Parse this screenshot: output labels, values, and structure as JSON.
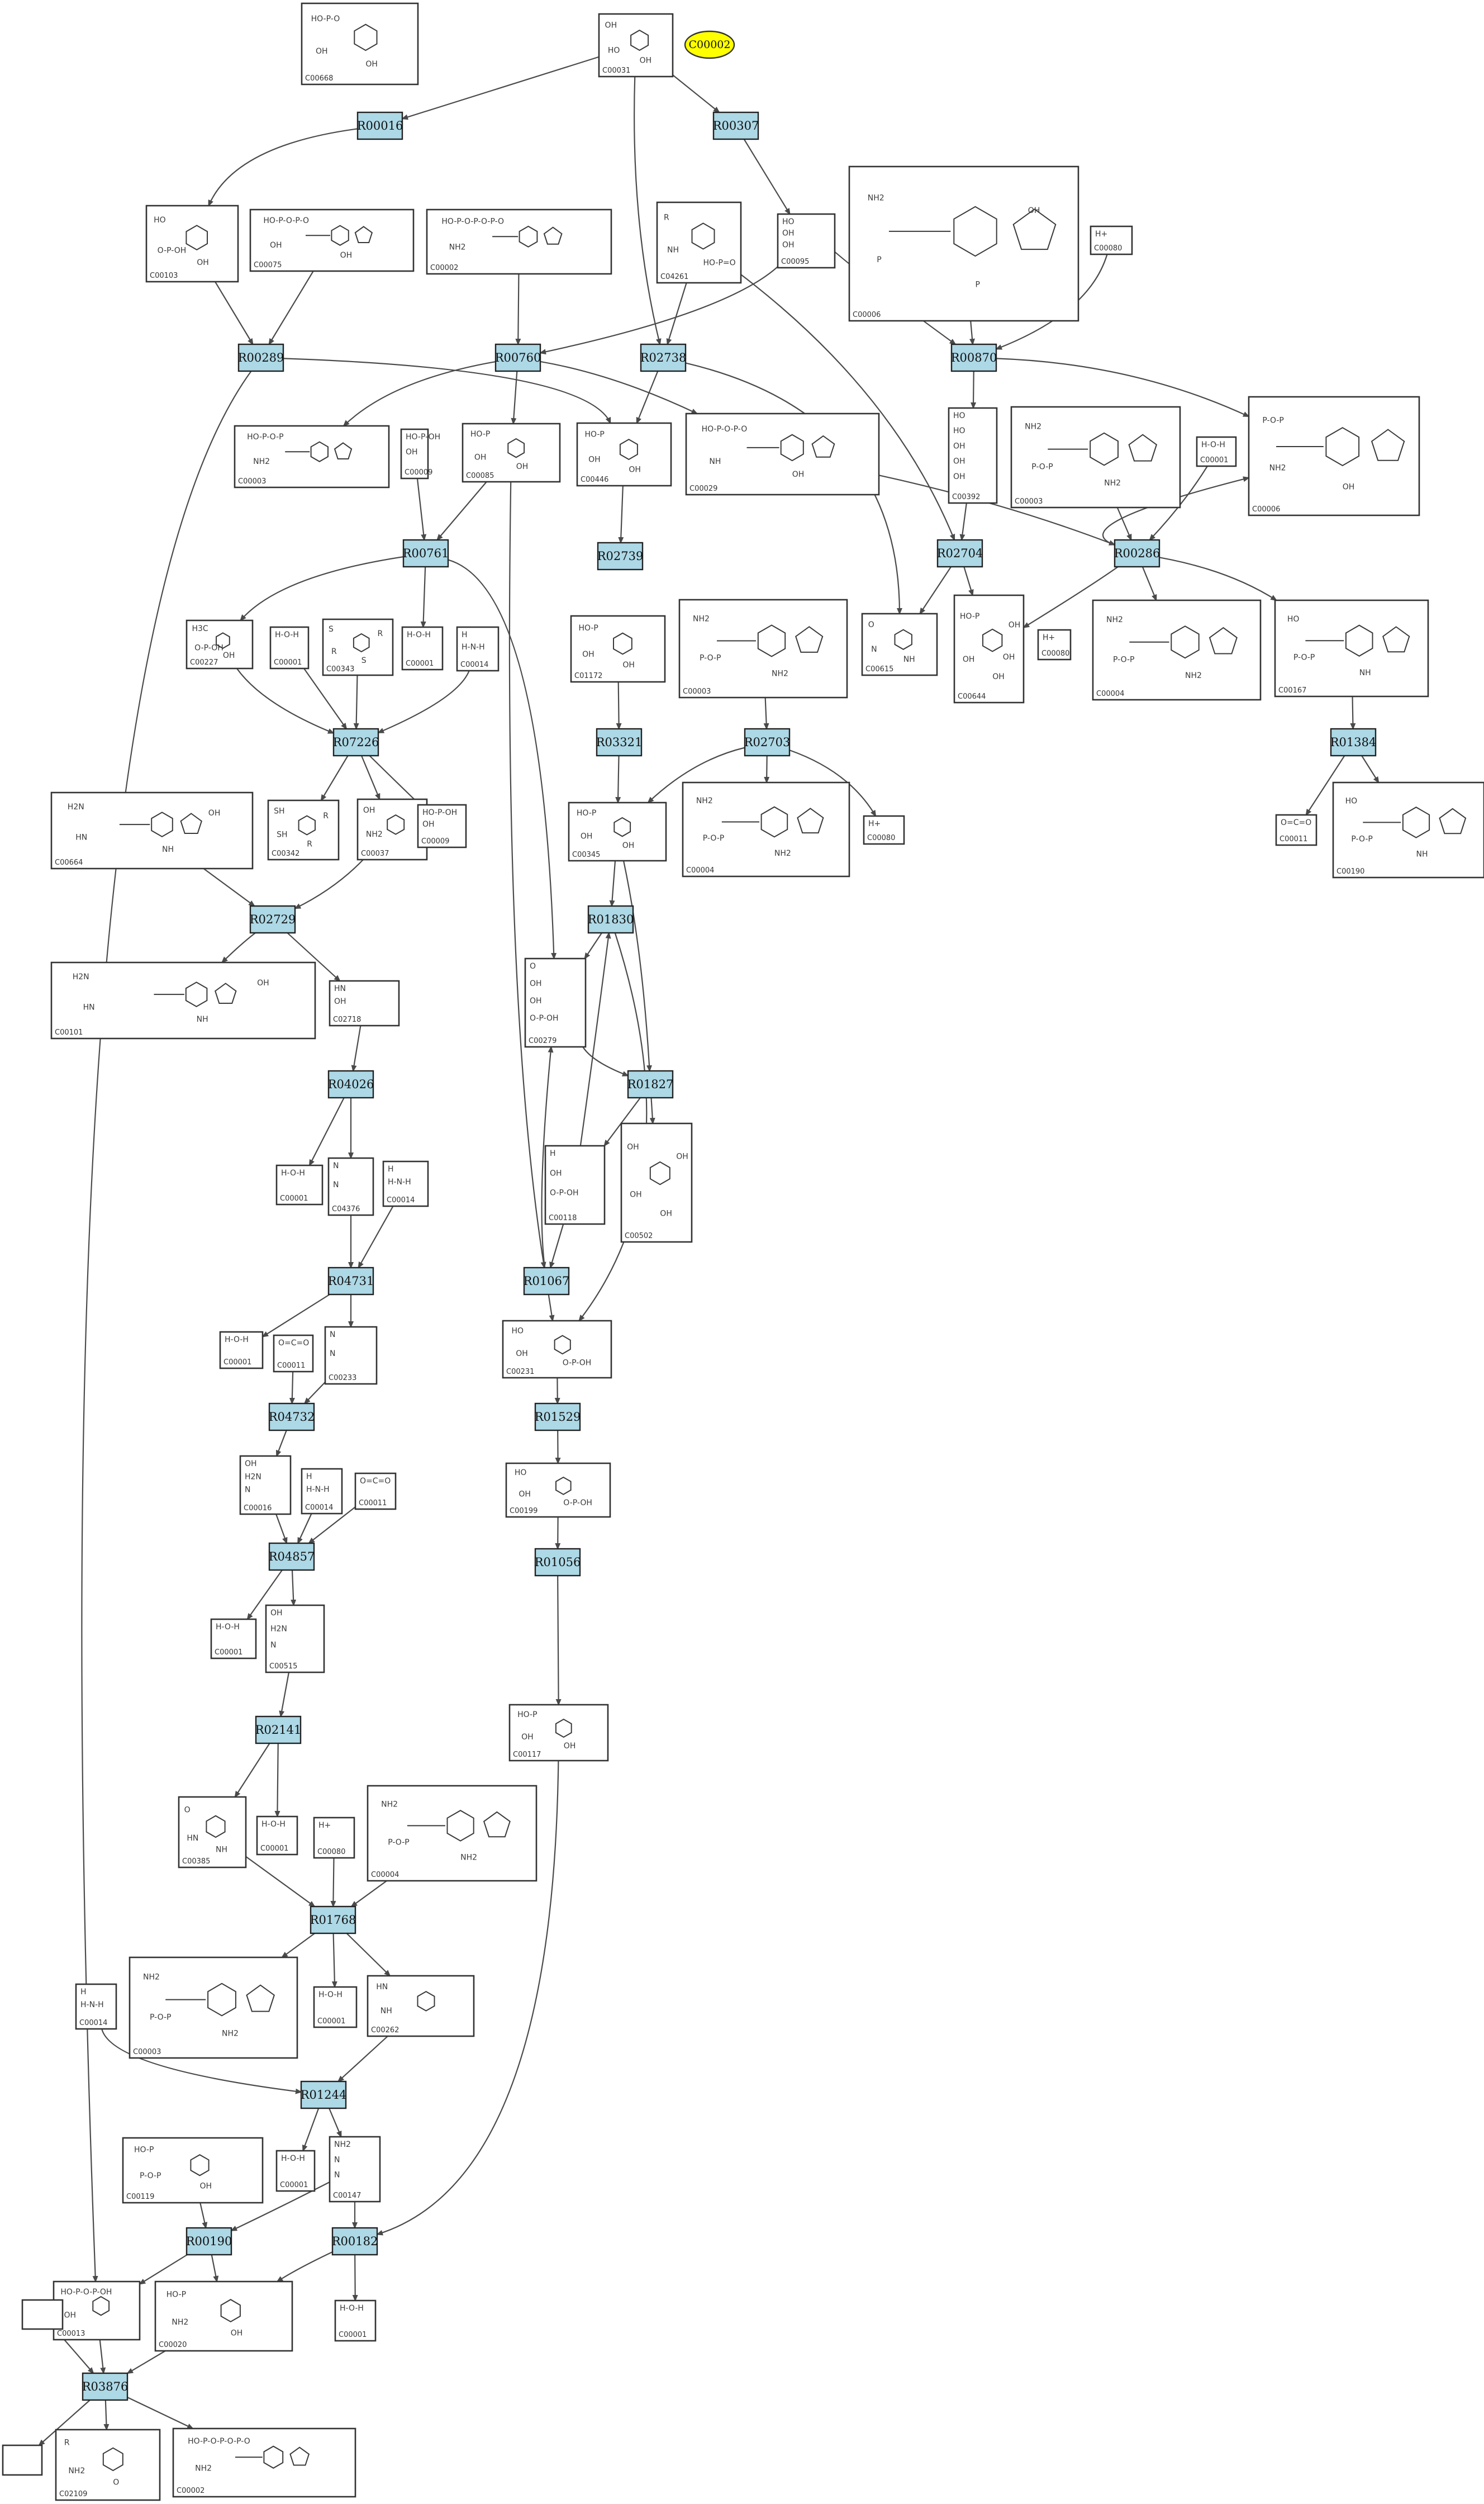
{
  "colors": {
    "reaction_fill": "#add8e6",
    "highlight_fill": "#ffff00",
    "box_stroke": "#333333",
    "edge": "#4a4a4a"
  },
  "highlight": {
    "label": "C00002"
  },
  "reactions": [
    "R00016",
    "R00307",
    "R00289",
    "R00760",
    "R02738",
    "R00870",
    "R00761",
    "R02739",
    "R02704",
    "R00286",
    "R07226",
    "R03321",
    "R02703",
    "R01384",
    "R02729",
    "R01830",
    "R04026",
    "R01827",
    "R04731",
    "R01067",
    "R04732",
    "R01529",
    "R04857",
    "R01056",
    "R02141",
    "R01768",
    "R01244",
    "R00190",
    "R00182",
    "R03876"
  ],
  "compounds": [
    {
      "label": "C00668",
      "glyphs": [
        "HO-P-O",
        "OH",
        "OH"
      ]
    },
    {
      "label": "C00031",
      "glyphs": [
        "OH",
        "HO",
        "OH"
      ]
    },
    {
      "label": "C00103",
      "glyphs": [
        "HO",
        "O-P-OH",
        "OH"
      ]
    },
    {
      "label": "C00075",
      "glyphs": [
        "HO-P-O-P-O",
        "OH",
        "OH"
      ]
    },
    {
      "label": "C00002",
      "glyphs": [
        "HO-P-O-P-O-P-O",
        "NH2"
      ]
    },
    {
      "label": "C04261",
      "glyphs": [
        "R",
        "NH",
        "HO-P=O"
      ]
    },
    {
      "label": "C00095",
      "glyphs": [
        "HO",
        "OH",
        "OH"
      ]
    },
    {
      "label": "C00006",
      "glyphs": [
        "NH2",
        "P",
        "P",
        "OH"
      ]
    },
    {
      "label": "C00080",
      "glyphs": [
        "H+"
      ]
    },
    {
      "label": "C00003",
      "glyphs": [
        "HO-P-O-P",
        "NH2"
      ]
    },
    {
      "label": "C00009",
      "glyphs": [
        "HO-P-OH",
        "OH"
      ]
    },
    {
      "label": "C00085",
      "glyphs": [
        "HO-P",
        "OH",
        "OH"
      ]
    },
    {
      "label": "C00446",
      "glyphs": [
        "HO-P",
        "OH",
        "OH"
      ]
    },
    {
      "label": "C00029",
      "glyphs": [
        "HO-P-O-P-O",
        "NH",
        "OH"
      ]
    },
    {
      "label": "C00392",
      "glyphs": [
        "HO",
        "HO",
        "OH",
        "OH",
        "OH"
      ]
    },
    {
      "label": "C00003",
      "glyphs": [
        "NH2",
        "P-O-P",
        "NH2"
      ]
    },
    {
      "label": "C00001",
      "glyphs": [
        "H-O-H"
      ]
    },
    {
      "label": "C00006",
      "glyphs": [
        "P-O-P",
        "NH2",
        "OH"
      ]
    },
    {
      "label": "C00227",
      "glyphs": [
        "H3C",
        "O-P-OH",
        "OH"
      ]
    },
    {
      "label": "C00001",
      "glyphs": [
        "H-O-H"
      ]
    },
    {
      "label": "C00343",
      "glyphs": [
        "S",
        "R",
        "S",
        "R"
      ]
    },
    {
      "label": "C00001",
      "glyphs": [
        "H-O-H"
      ]
    },
    {
      "label": "C00014",
      "glyphs": [
        "H",
        "H-N-H"
      ]
    },
    {
      "label": "C01172",
      "glyphs": [
        "HO-P",
        "OH",
        "OH"
      ]
    },
    {
      "label": "C00003",
      "glyphs": [
        "NH2",
        "P-O-P",
        "NH2"
      ]
    },
    {
      "label": "C00615",
      "glyphs": [
        "O",
        "N",
        "NH"
      ]
    },
    {
      "label": "C00644",
      "glyphs": [
        "HO-P",
        "OH",
        "OH",
        "OH",
        "OH"
      ]
    },
    {
      "label": "C00080",
      "glyphs": [
        "H+"
      ]
    },
    {
      "label": "C00004",
      "glyphs": [
        "NH2",
        "P-O-P",
        "NH2"
      ]
    },
    {
      "label": "C00167",
      "glyphs": [
        "HO",
        "P-O-P",
        "NH"
      ]
    },
    {
      "label": "C00664",
      "glyphs": [
        "H2N",
        "HN",
        "NH",
        "OH"
      ]
    },
    {
      "label": "C00342",
      "glyphs": [
        "SH",
        "SH",
        "R",
        "R"
      ]
    },
    {
      "label": "C00037",
      "glyphs": [
        "OH",
        "NH2"
      ]
    },
    {
      "label": "C00009",
      "glyphs": [
        "HO-P-OH",
        "OH"
      ]
    },
    {
      "label": "C00345",
      "glyphs": [
        "HO-P",
        "OH",
        "OH"
      ]
    },
    {
      "label": "C00080",
      "glyphs": [
        "H+"
      ]
    },
    {
      "label": "C00004",
      "glyphs": [
        "NH2",
        "P-O-P",
        "NH2"
      ]
    },
    {
      "label": "C00011",
      "glyphs": [
        "O=C=O"
      ]
    },
    {
      "label": "C00190",
      "glyphs": [
        "HO",
        "P-O-P",
        "NH"
      ]
    },
    {
      "label": "C00101",
      "glyphs": [
        "H2N",
        "HN",
        "NH",
        "OH"
      ]
    },
    {
      "label": "C02718",
      "glyphs": [
        "HN",
        "OH"
      ]
    },
    {
      "label": "C00279",
      "glyphs": [
        "O",
        "OH",
        "OH",
        "O-P-OH"
      ]
    },
    {
      "label": "C00001",
      "glyphs": [
        "H-O-H"
      ]
    },
    {
      "label": "C04376",
      "glyphs": [
        "N",
        "N"
      ]
    },
    {
      "label": "C00014",
      "glyphs": [
        "H",
        "H-N-H"
      ]
    },
    {
      "label": "C00118",
      "glyphs": [
        "H",
        "OH",
        "O-P-OH"
      ]
    },
    {
      "label": "C00502",
      "glyphs": [
        "OH",
        "OH",
        "OH",
        "OH"
      ]
    },
    {
      "label": "C00001",
      "glyphs": [
        "H-O-H"
      ]
    },
    {
      "label": "C00011",
      "glyphs": [
        "O=C=O"
      ]
    },
    {
      "label": "C00233",
      "glyphs": [
        "N",
        "N"
      ]
    },
    {
      "label": "C00231",
      "glyphs": [
        "HO",
        "OH",
        "O-P-OH"
      ]
    },
    {
      "label": "C00016",
      "glyphs": [
        "OH",
        "H2N",
        "N"
      ]
    },
    {
      "label": "C00014",
      "glyphs": [
        "H",
        "H-N-H"
      ]
    },
    {
      "label": "C00011",
      "glyphs": [
        "O=C=O"
      ]
    },
    {
      "label": "C00199",
      "glyphs": [
        "HO",
        "OH",
        "O-P-OH"
      ]
    },
    {
      "label": "C00001",
      "glyphs": [
        "H-O-H"
      ]
    },
    {
      "label": "C00515",
      "glyphs": [
        "OH",
        "H2N",
        "N"
      ]
    },
    {
      "label": "C00117",
      "glyphs": [
        "HO-P",
        "OH",
        "OH"
      ]
    },
    {
      "label": "C00385",
      "glyphs": [
        "O",
        "HN",
        "NH"
      ]
    },
    {
      "label": "C00001",
      "glyphs": [
        "H-O-H"
      ]
    },
    {
      "label": "C00080",
      "glyphs": [
        "H+"
      ]
    },
    {
      "label": "C00004",
      "glyphs": [
        "NH2",
        "P-O-P",
        "NH2"
      ]
    },
    {
      "label": "C00003",
      "glyphs": [
        "NH2",
        "P-O-P",
        "NH2"
      ]
    },
    {
      "label": "C00001",
      "glyphs": [
        "H-O-H"
      ]
    },
    {
      "label": "C00262",
      "glyphs": [
        "HN",
        "NH"
      ]
    },
    {
      "label": "C00014",
      "glyphs": [
        "H",
        "H-N-H"
      ]
    },
    {
      "label": "C00119",
      "glyphs": [
        "HO-P",
        "P-O-P",
        "OH"
      ]
    },
    {
      "label": "C00001",
      "glyphs": [
        "H-O-H"
      ]
    },
    {
      "label": "C00147",
      "glyphs": [
        "NH2",
        "N",
        "N"
      ]
    },
    {
      "label": "C00013",
      "glyphs": [
        "HO-P-O-P-OH",
        "OH"
      ]
    },
    {
      "label": "C00020",
      "glyphs": [
        "HO-P",
        "NH2",
        "OH"
      ]
    },
    {
      "label": "C00001",
      "glyphs": [
        "H-O-H"
      ]
    },
    {
      "label": "",
      "glyphs": []
    },
    {
      "label": "",
      "glyphs": []
    },
    {
      "label": "C02109",
      "glyphs": [
        "R",
        "NH2",
        "O"
      ]
    },
    {
      "label": "C00002",
      "glyphs": [
        "HO-P-O-P-O-P-O",
        "NH2"
      ]
    }
  ]
}
